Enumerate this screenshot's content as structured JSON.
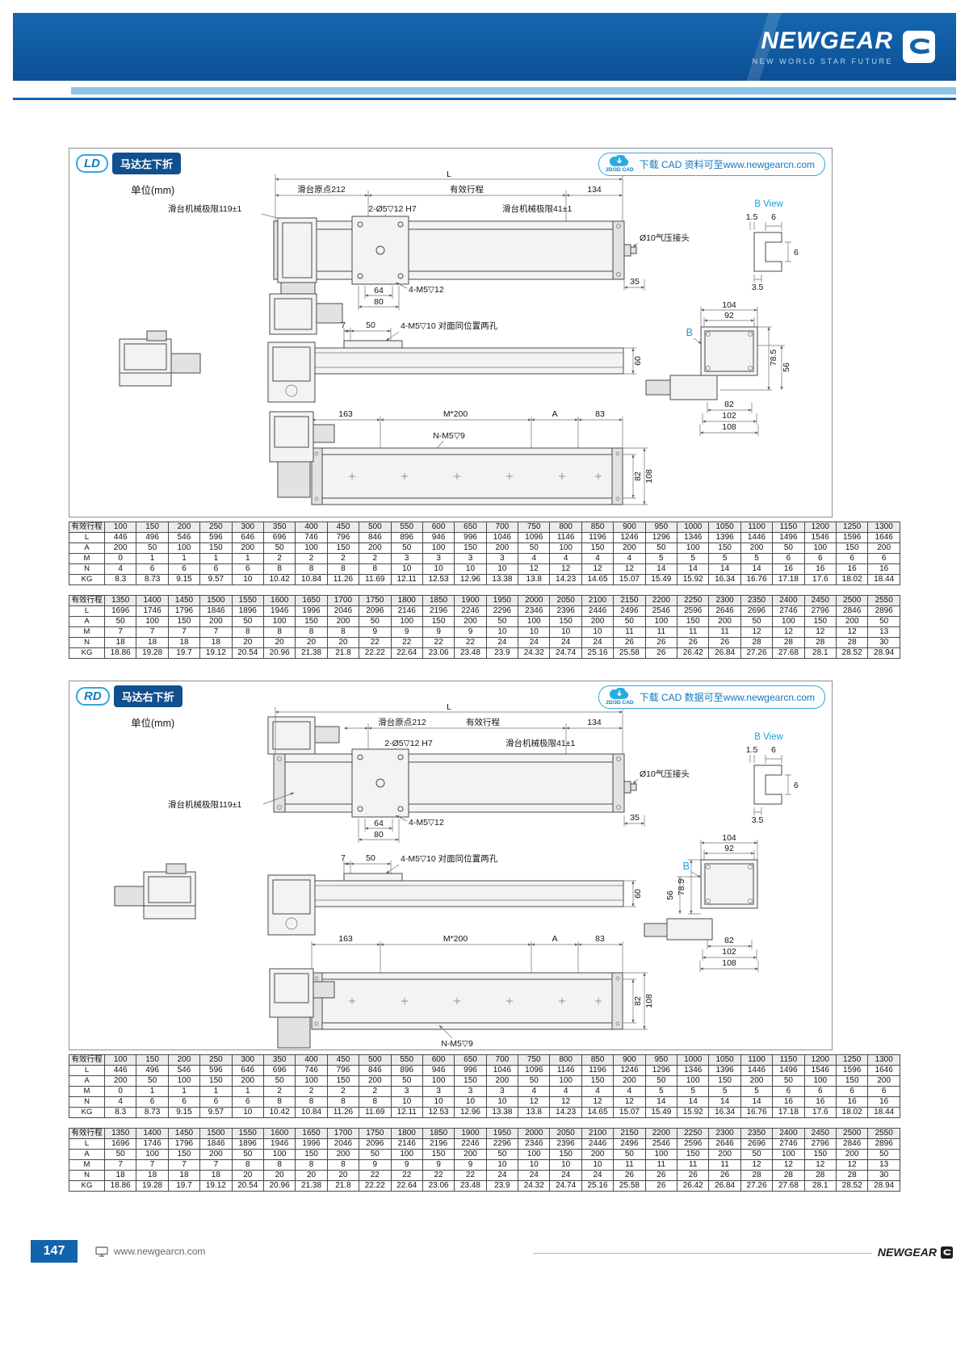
{
  "header": {
    "brand": "NEWGEAR",
    "tagline": "NEW WORLD STAR FUTURE"
  },
  "sections": [
    {
      "code": "LD",
      "title": "马达左下折",
      "cad_badge": "2D/3D CAD",
      "cad_note": "下载 CAD 资料可至www.newgearcn.com",
      "unit": "单位(mm)"
    },
    {
      "code": "RD",
      "title": "马达右下折",
      "cad_badge": "2D/3D CAD",
      "cad_note": "下载 CAD 数据可至www.newgearcn.com",
      "unit": "单位(mm)"
    }
  ],
  "drawing": {
    "L": "L",
    "origin": "滑台原点212",
    "stroke": "有效行程",
    "d134": "134",
    "limit119": "滑台机械极限119±1",
    "holes_top": "2-Ø5▽12  H7",
    "limit41": "滑台机械极限41±1",
    "b_view": "B View",
    "bv_15": "1.5",
    "bv_6t": "6",
    "bv_35": "3.5",
    "bv_6r": "6",
    "air": "Ø10气压接头",
    "d35": "35",
    "m5_12": "4-M5▽12",
    "d64": "64",
    "d80": "80",
    "d7": "7",
    "d50": "50",
    "m5_10": "4-M5▽10 对面同位置两孔",
    "d60": "60",
    "d104": "104",
    "d92": "92",
    "B": "B",
    "d78_5": "78.5",
    "d56": "56",
    "d82": "82",
    "d102": "102",
    "d108": "108",
    "d163": "163",
    "m200": "M*200",
    "A": "A",
    "d83": "83",
    "n_m5": "N-M5▽9"
  },
  "stroke_tables": [
    [
      {
        "label": "有效行程",
        "values": [
          "100",
          "150",
          "200",
          "250",
          "300",
          "350",
          "400",
          "450",
          "500",
          "550",
          "600",
          "650",
          "700",
          "750",
          "800",
          "850",
          "900",
          "950",
          "1000",
          "1050",
          "1100",
          "1150",
          "1200",
          "1250",
          "1300"
        ]
      },
      {
        "label": "L",
        "values": [
          "446",
          "496",
          "546",
          "596",
          "646",
          "696",
          "746",
          "796",
          "846",
          "896",
          "946",
          "996",
          "1046",
          "1096",
          "1146",
          "1196",
          "1246",
          "1296",
          "1346",
          "1396",
          "1446",
          "1496",
          "1546",
          "1596",
          "1646"
        ]
      },
      {
        "label": "A",
        "values": [
          "200",
          "50",
          "100",
          "150",
          "200",
          "50",
          "100",
          "150",
          "200",
          "50",
          "100",
          "150",
          "200",
          "50",
          "100",
          "150",
          "200",
          "50",
          "100",
          "150",
          "200",
          "50",
          "100",
          "150",
          "200"
        ]
      },
      {
        "label": "M",
        "values": [
          "0",
          "1",
          "1",
          "1",
          "1",
          "2",
          "2",
          "2",
          "2",
          "3",
          "3",
          "3",
          "3",
          "4",
          "4",
          "4",
          "4",
          "5",
          "5",
          "5",
          "5",
          "6",
          "6",
          "6",
          "6"
        ]
      },
      {
        "label": "N",
        "values": [
          "4",
          "6",
          "6",
          "6",
          "6",
          "8",
          "8",
          "8",
          "8",
          "10",
          "10",
          "10",
          "10",
          "12",
          "12",
          "12",
          "12",
          "14",
          "14",
          "14",
          "14",
          "16",
          "16",
          "16",
          "16"
        ]
      },
      {
        "label": "KG",
        "values": [
          "8.3",
          "8.73",
          "9.15",
          "9.57",
          "10",
          "10.42",
          "10.84",
          "11.26",
          "11.69",
          "12.11",
          "12.53",
          "12.96",
          "13.38",
          "13.8",
          "14.23",
          "14.65",
          "15.07",
          "15.49",
          "15.92",
          "16.34",
          "16.76",
          "17.18",
          "17.6",
          "18.02",
          "18.44"
        ]
      }
    ],
    [
      {
        "label": "有效行程",
        "values": [
          "1350",
          "1400",
          "1450",
          "1500",
          "1550",
          "1600",
          "1650",
          "1700",
          "1750",
          "1800",
          "1850",
          "1900",
          "1950",
          "2000",
          "2050",
          "2100",
          "2150",
          "2200",
          "2250",
          "2300",
          "2350",
          "2400",
          "2450",
          "2500",
          "2550"
        ]
      },
      {
        "label": "L",
        "values": [
          "1696",
          "1746",
          "1796",
          "1846",
          "1896",
          "1946",
          "1996",
          "2046",
          "2096",
          "2146",
          "2196",
          "2246",
          "2296",
          "2346",
          "2396",
          "2446",
          "2496",
          "2546",
          "2596",
          "2646",
          "2696",
          "2746",
          "2796",
          "2846",
          "2896"
        ]
      },
      {
        "label": "A",
        "values": [
          "50",
          "100",
          "150",
          "200",
          "50",
          "100",
          "150",
          "200",
          "50",
          "100",
          "150",
          "200",
          "50",
          "100",
          "150",
          "200",
          "50",
          "100",
          "150",
          "200",
          "50",
          "100",
          "150",
          "200",
          "50"
        ]
      },
      {
        "label": "M",
        "values": [
          "7",
          "7",
          "7",
          "7",
          "8",
          "8",
          "8",
          "8",
          "9",
          "9",
          "9",
          "9",
          "10",
          "10",
          "10",
          "10",
          "11",
          "11",
          "11",
          "11",
          "12",
          "12",
          "12",
          "12",
          "13"
        ]
      },
      {
        "label": "N",
        "values": [
          "18",
          "18",
          "18",
          "18",
          "20",
          "20",
          "20",
          "20",
          "22",
          "22",
          "22",
          "22",
          "24",
          "24",
          "24",
          "24",
          "26",
          "26",
          "26",
          "26",
          "28",
          "28",
          "28",
          "28",
          "30"
        ]
      },
      {
        "label": "KG",
        "values": [
          "18.86",
          "19.28",
          "19.7",
          "19.12",
          "20.54",
          "20.96",
          "21.38",
          "21.8",
          "22.22",
          "22.64",
          "23.06",
          "23.48",
          "23.9",
          "24.32",
          "24.74",
          "25.16",
          "25.58",
          "26",
          "26.42",
          "26.84",
          "27.26",
          "27.68",
          "28.1",
          "28.52",
          "28.94"
        ]
      }
    ]
  ],
  "footer": {
    "page": "147",
    "url": "www.newgearcn.com",
    "brand": "NEWGEAR"
  }
}
